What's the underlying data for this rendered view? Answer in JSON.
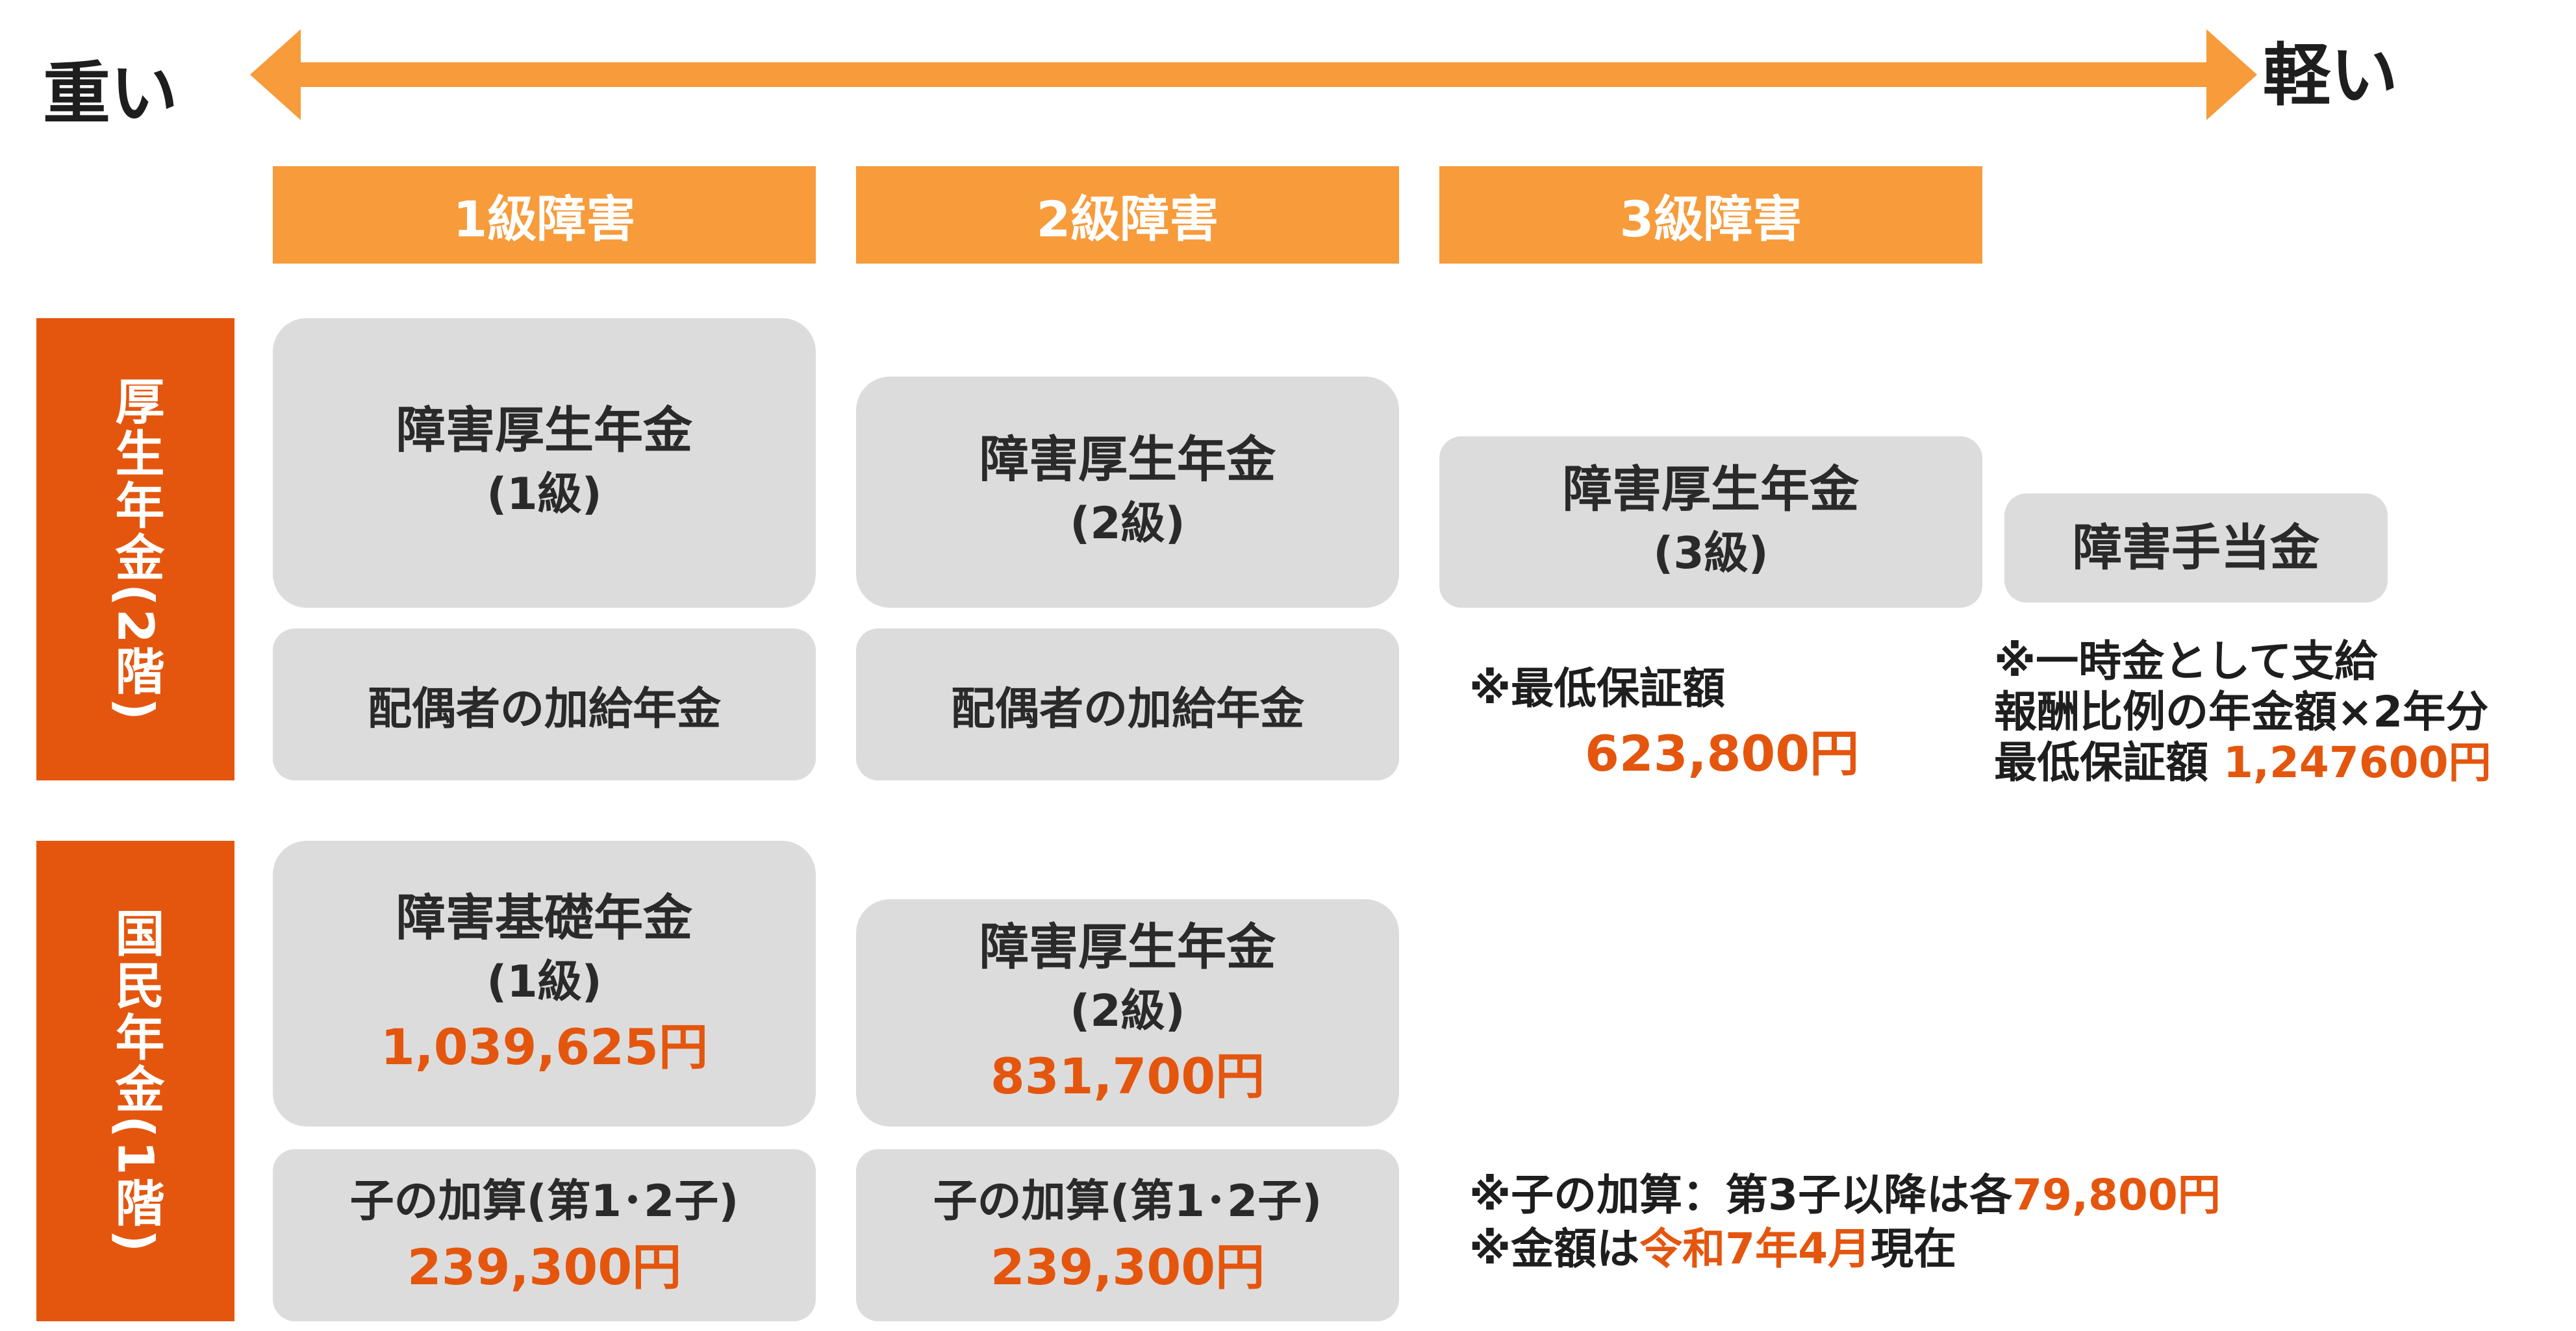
{
  "severity": {
    "heavy_label": "重い",
    "light_label": "軽い"
  },
  "grades": [
    {
      "label": "1級障害"
    },
    {
      "label": "2級障害"
    },
    {
      "label": "3級障害"
    }
  ],
  "tiers": {
    "kosei": {
      "label": "厚生年金(2階)"
    },
    "kokumin": {
      "label": "国民年金(1階)"
    }
  },
  "kosei_row": {
    "grade1": {
      "title": "障害厚生年金",
      "sub": "(1級)"
    },
    "grade2": {
      "title": "障害厚生年金",
      "sub": "(2級)"
    },
    "grade3": {
      "title": "障害厚生年金",
      "sub": "(3級)"
    },
    "lump_sum": {
      "title": "障害手当金"
    },
    "spouse1": {
      "text": "配偶者の加給年金"
    },
    "spouse2": {
      "text": "配偶者の加給年金"
    },
    "grade3_note": {
      "label": "※最低保証額",
      "amount": "623,800円"
    },
    "lump_sum_note": {
      "line1": "※一時金として支給",
      "line2": "報酬比例の年金額×2年分",
      "line3_label": "最低保証額 ",
      "line3_amount": "1,247600円"
    }
  },
  "kokumin_row": {
    "grade1": {
      "title": "障害基礎年金",
      "sub": "(1級)",
      "amount": "1,039,625円"
    },
    "grade2": {
      "title": "障害厚生年金",
      "sub": "(2級)",
      "amount": "831,700円"
    },
    "child1": {
      "title": "子の加算(第1･2子)",
      "amount": "239,300円"
    },
    "child2": {
      "title": "子の加算(第1･2子)",
      "amount": "239,300円"
    }
  },
  "footnotes": {
    "child_prefix": "※子の加算：第3子以降は各",
    "child_amount": "79,800円",
    "date_prefix": "※金額は",
    "date_value": "令和7年4月",
    "date_suffix": "現在"
  },
  "colors": {
    "header_orange": "#f79b3b",
    "tier_orange": "#e4560e",
    "amount_orange": "#e4560e",
    "box_grey": "#dcdcdc"
  }
}
